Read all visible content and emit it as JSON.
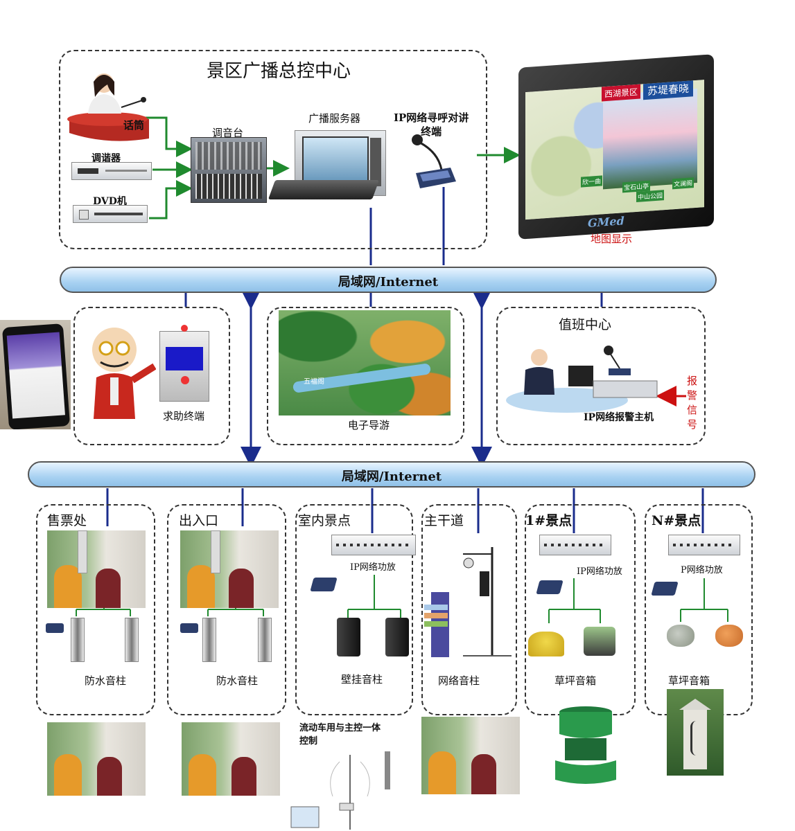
{
  "control_center": {
    "title": "景区广播总控中心",
    "mic_label": "话筒",
    "tuner_label": "调谐器",
    "dvd_label": "DVD机",
    "mixer_label": "调音台",
    "server_label": "广播服务器",
    "ip_terminal_label": "IP网络寻呼对讲\n终端"
  },
  "map_display": {
    "label": "地图显示",
    "screen_tag": "西湖景区",
    "screen_title": "苏堤春晓",
    "brand": "GMed",
    "spots": [
      "欣一曲",
      "中山公园",
      "文澜阁",
      "宝石山亭"
    ]
  },
  "bus_top": {
    "label": "局域网/Internet"
  },
  "bus_bottom": {
    "label": "局域网/Internet"
  },
  "help_terminal": {
    "label": "求助终端"
  },
  "e_guide": {
    "label": "电子导游",
    "map_tag": "五福阁"
  },
  "duty_center": {
    "title": "值班中心",
    "alarm_host_label": "IP网络报警主机",
    "alarm_signal_label": "报\n警\n信\n号"
  },
  "zones": [
    {
      "title": "售票处",
      "item_label": "防水音柱"
    },
    {
      "title": "出入口",
      "item_label": "防水音柱"
    },
    {
      "title": "室内景点",
      "amp_label": "IP网络功放",
      "item_label": "壁挂音柱"
    },
    {
      "title": "主干道",
      "item_label": "网络音柱"
    },
    {
      "title": "1#景点",
      "amp_label": "IP网络功放",
      "item_label": "草坪音箱"
    },
    {
      "title": "N#景点",
      "amp_label": "P网络功放",
      "item_label": "草坪音箱"
    }
  ],
  "mobile_note": "流动车用与主控一体\n控制",
  "colors": {
    "arrow_green": "#1f8a2e",
    "line_blue": "#1a2c8c",
    "bus_fill": "#a9d2f2",
    "alarm_red": "#cc1111"
  }
}
